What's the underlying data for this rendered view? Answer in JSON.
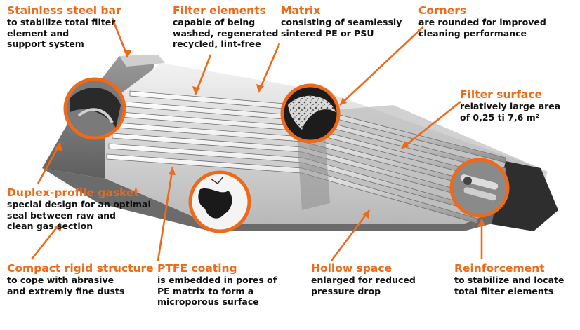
{
  "colors": {
    "accent": "#ec6a1a",
    "text": "#111111",
    "metal_light": "#e9e9e9",
    "metal_mid": "#a9a9a9",
    "metal_dark": "#5d5d5d"
  },
  "labels": {
    "steel_bar": {
      "title": "Stainless steel bar",
      "body": "to stabilize total filter\nelement and\nsupport system"
    },
    "filter_elements": {
      "title": "Filter elements",
      "body": "capable of being\nwashed, regenerated\nrecycled, lint-free"
    },
    "matrix": {
      "title": "Matrix",
      "body": "consisting of seamlessly\nsintered PE or PSU"
    },
    "corners": {
      "title": "Corners",
      "body": "are rounded for improved\ncleaning performance"
    },
    "filter_surface": {
      "title": "Filter surface",
      "body": "relatively large area\nof 0,25 ti 7,6 m²"
    },
    "gasket": {
      "title": "Duplex-profile gasket",
      "body": "special design for an optimal\nseal between raw and\nclean gas section"
    },
    "structure": {
      "title": "Compact rigid structure",
      "body": "to cope with abrasive\nand extremly fine dusts"
    },
    "ptfe": {
      "title": "PTFE coating",
      "body": "is embedded in pores of\nPE matrix to form a\nmicroporous surface"
    },
    "hollow": {
      "title": "Hollow space",
      "body": "enlarged for reduced\npressure drop"
    },
    "reinforcement": {
      "title": "Reinforcement",
      "body": "to stabilize and locate\ntotal filter elements"
    }
  }
}
